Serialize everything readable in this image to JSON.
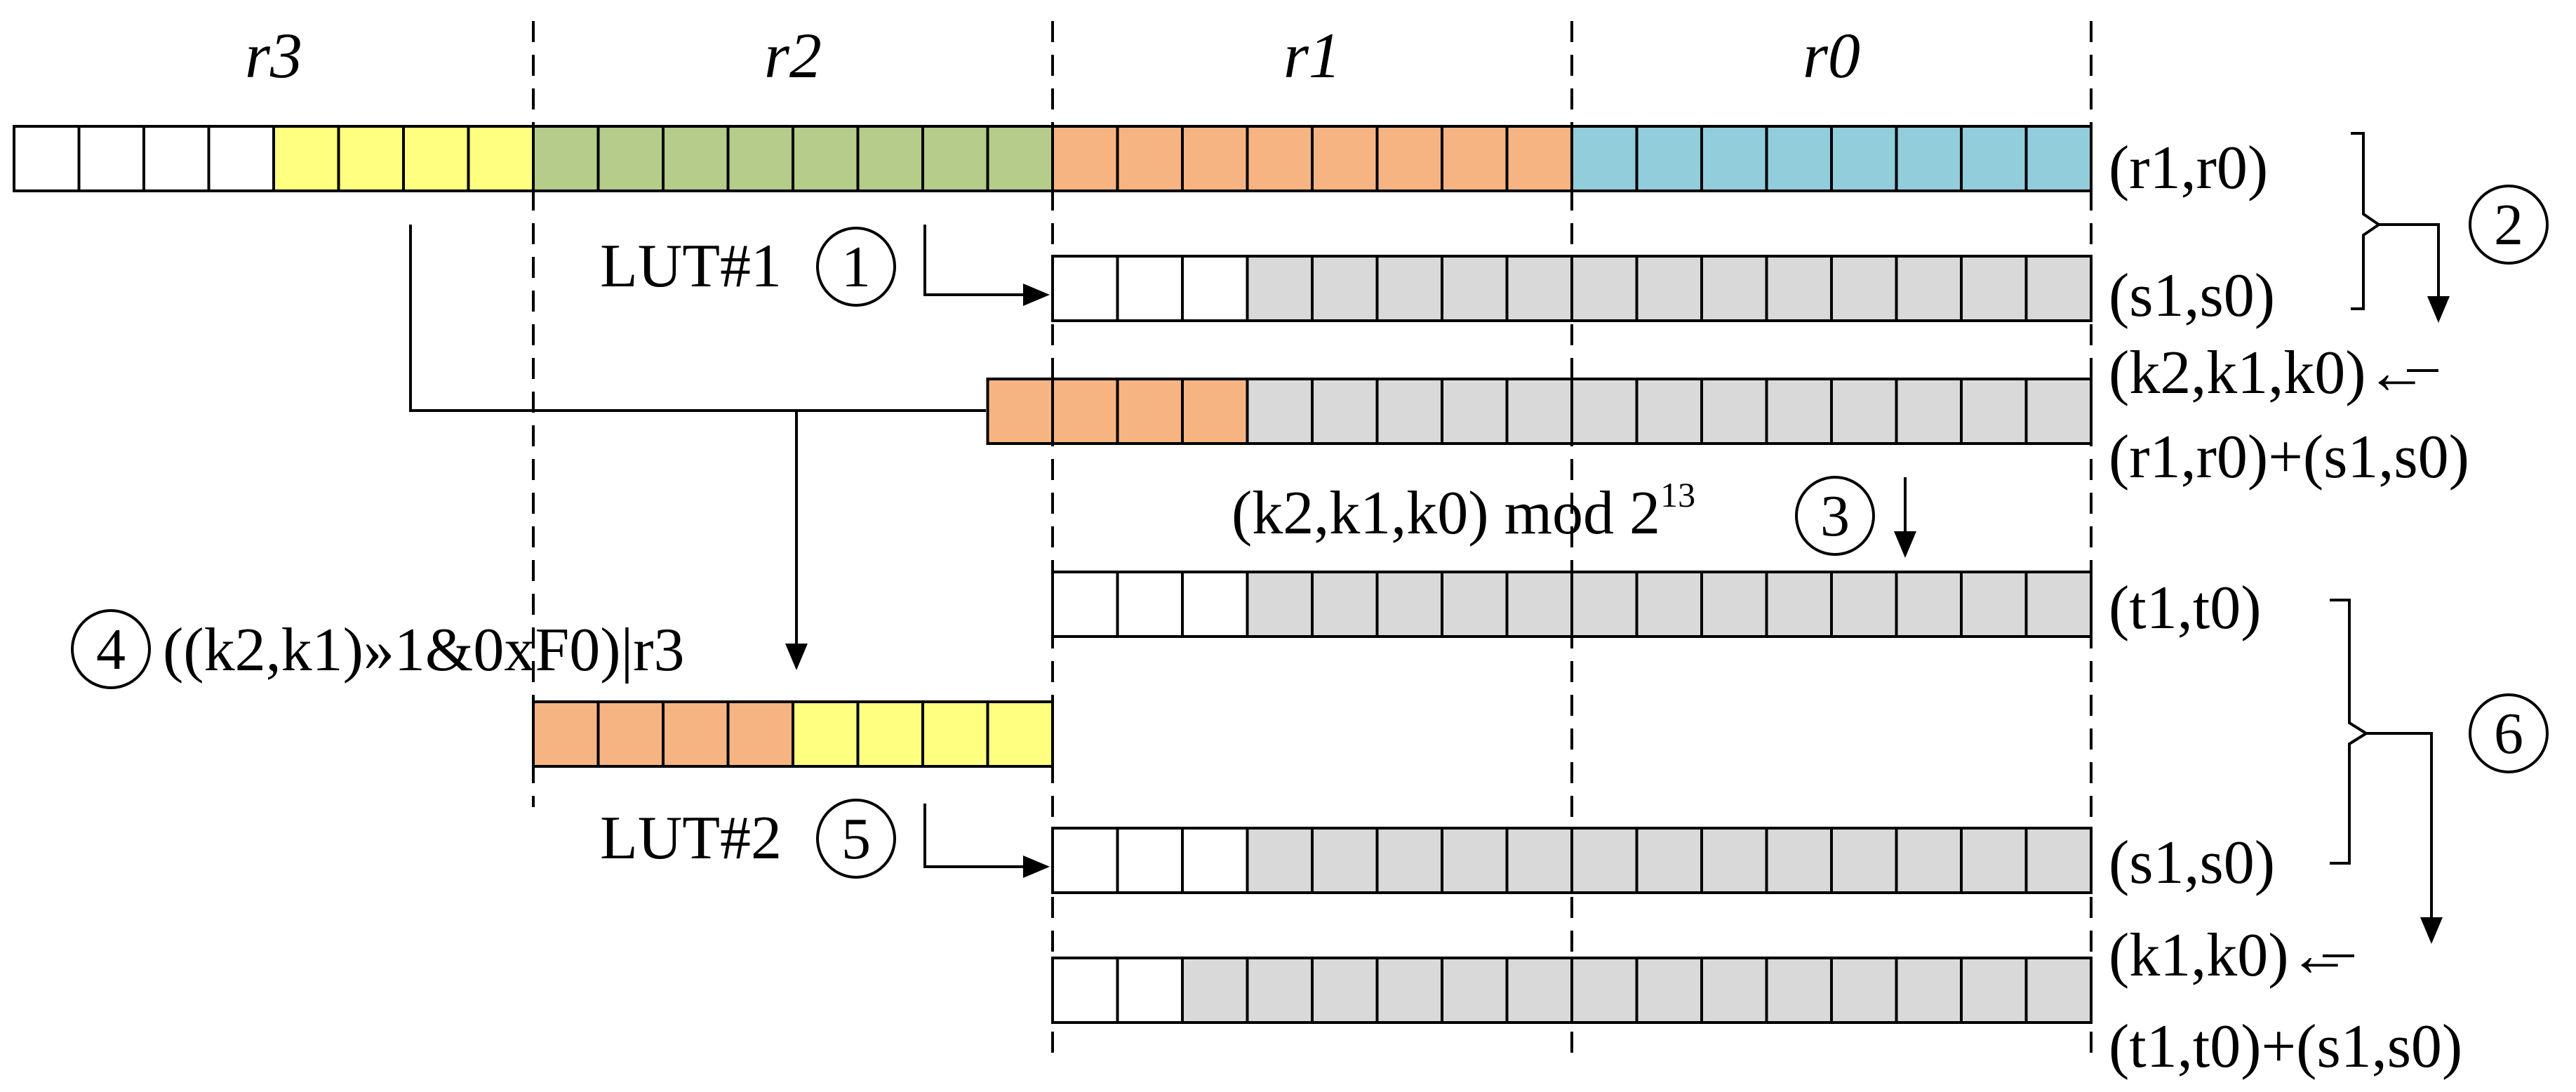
{
  "headers": [
    "r3",
    "r2",
    "r1",
    "r0"
  ],
  "colors": {
    "white": "#ffffff",
    "yellow": "#ffff80",
    "green": "#b5cc8a",
    "orange": "#f7b483",
    "blue": "#92cddc",
    "gray": "#d9d9d9",
    "stroke": "#000000"
  },
  "rows": [
    {
      "name": "register-row",
      "cells": [
        "white",
        "white",
        "white",
        "white",
        "yellow",
        "yellow",
        "yellow",
        "yellow",
        "green",
        "green",
        "green",
        "green",
        "green",
        "green",
        "green",
        "green",
        "orange",
        "orange",
        "orange",
        "orange",
        "orange",
        "orange",
        "orange",
        "orange",
        "blue",
        "blue",
        "blue",
        "blue",
        "blue",
        "blue",
        "blue",
        "blue"
      ]
    },
    {
      "name": "s1s0-row-1",
      "cells": [
        "white",
        "white",
        "white",
        "gray",
        "gray",
        "gray",
        "gray",
        "gray",
        "gray",
        "gray",
        "gray",
        "gray",
        "gray",
        "gray",
        "gray",
        "gray"
      ]
    },
    {
      "name": "sum-row-1",
      "cells": [
        "orange",
        "orange",
        "orange",
        "orange",
        "gray",
        "gray",
        "gray",
        "gray",
        "gray",
        "gray",
        "gray",
        "gray",
        "gray",
        "gray",
        "gray",
        "gray",
        "gray"
      ]
    },
    {
      "name": "t1t0-row",
      "cells": [
        "white",
        "white",
        "white",
        "gray",
        "gray",
        "gray",
        "gray",
        "gray",
        "gray",
        "gray",
        "gray",
        "gray",
        "gray",
        "gray",
        "gray",
        "gray"
      ]
    },
    {
      "name": "index-row",
      "cells": [
        "orange",
        "orange",
        "orange",
        "orange",
        "yellow",
        "yellow",
        "yellow",
        "yellow"
      ]
    },
    {
      "name": "s1s0-row-2",
      "cells": [
        "white",
        "white",
        "white",
        "gray",
        "gray",
        "gray",
        "gray",
        "gray",
        "gray",
        "gray",
        "gray",
        "gray",
        "gray",
        "gray",
        "gray",
        "gray"
      ]
    },
    {
      "name": "k1k0-row",
      "cells": [
        "white",
        "white",
        "gray",
        "gray",
        "gray",
        "gray",
        "gray",
        "gray",
        "gray",
        "gray",
        "gray",
        "gray",
        "gray",
        "gray",
        "gray",
        "gray"
      ]
    }
  ],
  "labels": {
    "r1r0": "(r1,r0)",
    "s1s0_a": "(s1,s0)",
    "k2k1k0_arrow": "(k2,k1,k0)←",
    "sum1": "(r1,r0)+(s1,s0)",
    "t1t0": "(t1,t0)",
    "s1s0_b": "(s1,s0)",
    "k1k0_arrow": "(k1,k0)←",
    "sum2": "(t1,t0)+(s1,s0)",
    "lut1": "LUT#1",
    "lut2": "LUT#2",
    "mod_expr": "(k2,k1,k0) mod 2",
    "mod_exp": "13",
    "step4_expr": "((k2,k1)»1&0xF0)|r3"
  },
  "steps": [
    "1",
    "2",
    "3",
    "4",
    "5",
    "6"
  ]
}
